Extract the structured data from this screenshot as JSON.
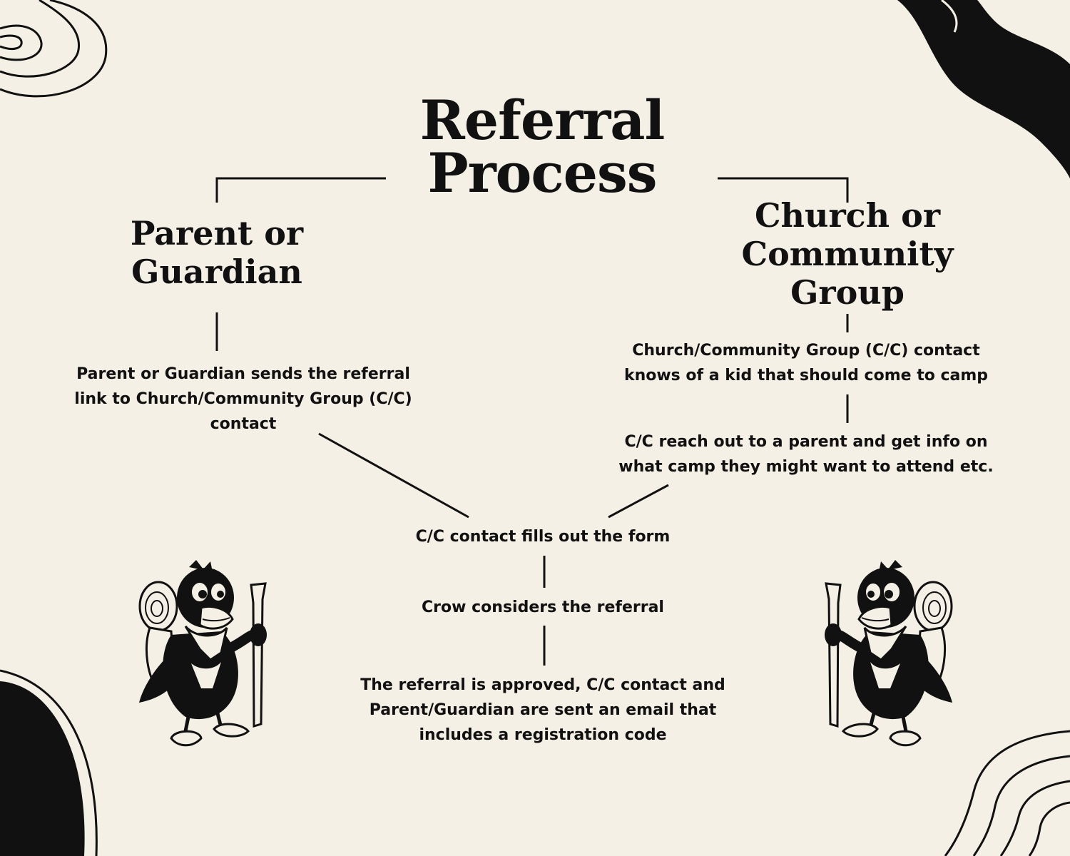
{
  "title": {
    "line1": "Referral",
    "line2": "Process"
  },
  "left": {
    "heading_line1": "Parent or",
    "heading_line2": "Guardian",
    "step1": "Parent or Guardian sends the referral link to Church/Community Group (C/C) contact"
  },
  "right": {
    "heading_line1": "Church or",
    "heading_line2": "Community",
    "heading_line3": "Group",
    "step1": "Church/Community Group (C/C) contact knows of a kid that should come to camp",
    "step2": "C/C reach out to a parent and get info on what camp they might want to attend etc."
  },
  "center": {
    "step1": "C/C contact fills out the form",
    "step2": "Crow considers the referral",
    "step3": "The referral is approved, C/C contact and Parent/Guardian are sent an email that includes a registration code"
  },
  "colors": {
    "background": "#f5f0e5",
    "ink": "#111111"
  },
  "decorations": {
    "mascot": "crow-hiker-mascot-icon"
  }
}
